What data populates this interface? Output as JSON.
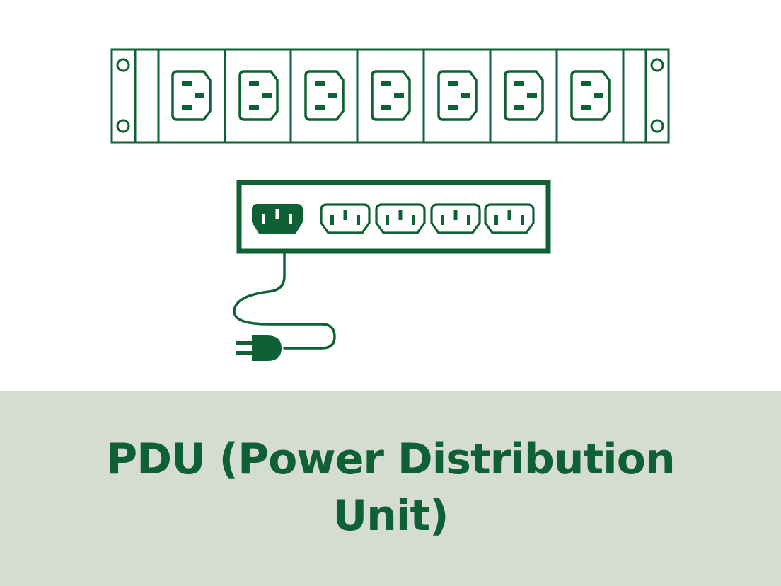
{
  "caption": {
    "title": "PDU (Power Distribution Unit)"
  },
  "colors": {
    "brand_green": "#0f6035",
    "band_background": "#d5ddd2",
    "page_background": "#ffffff"
  },
  "rack_pdu": {
    "outlet_count": 7,
    "outlet_type": "c13-outlet-icon",
    "mount_hole_icon": "mount-hole-icon"
  },
  "power_strip": {
    "inlet_type": "c14-inlet-icon",
    "outlet_count": 4,
    "outlet_type": "c13-outlet-icon",
    "plug_icon": "power-plug-icon"
  }
}
